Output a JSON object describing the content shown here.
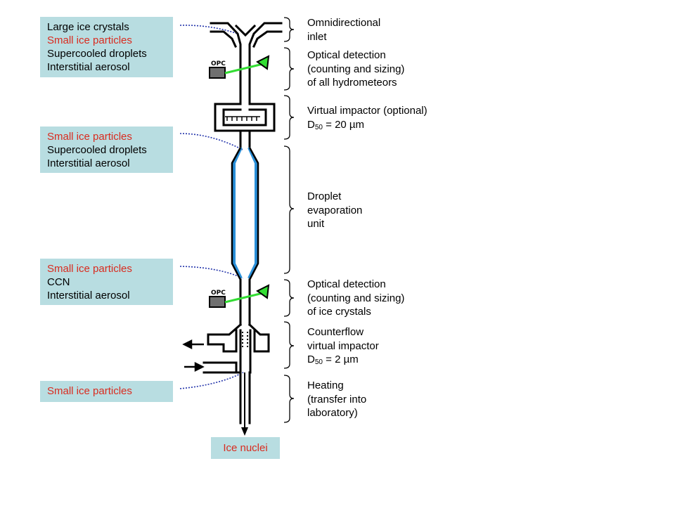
{
  "left_boxes": [
    {
      "lines": [
        {
          "text": "Large ice crystals",
          "color": "#000000"
        },
        {
          "text": "Small ice particles",
          "color": "#d92b1f"
        },
        {
          "text": "Supercooled droplets",
          "color": "#000000"
        },
        {
          "text": "Interstitial aerosol",
          "color": "#000000"
        }
      ]
    },
    {
      "lines": [
        {
          "text": "Small ice particles",
          "color": "#d92b1f"
        },
        {
          "text": "Supercooled droplets",
          "color": "#000000"
        },
        {
          "text": "Interstitial aerosol",
          "color": "#000000"
        }
      ]
    },
    {
      "lines": [
        {
          "text": "Small ice particles",
          "color": "#d92b1f"
        },
        {
          "text": "CCN",
          "color": "#000000"
        },
        {
          "text": "Interstitial aerosol",
          "color": "#000000"
        }
      ]
    },
    {
      "lines": [
        {
          "text": "Small ice particles",
          "color": "#d92b1f"
        }
      ]
    }
  ],
  "right_labels": {
    "inlet": [
      "Omnidirectional",
      "inlet"
    ],
    "opc1": [
      "Optical detection",
      "(counting and sizing)",
      "of all hydrometeors"
    ],
    "vi": {
      "line1": "Virtual impactor (optional)",
      "d": "D",
      "sub": "50",
      "rest": " = 20 µm"
    },
    "evap": [
      "Droplet",
      "evaporation",
      "unit"
    ],
    "opc2": [
      "Optical detection",
      "(counting and sizing)",
      "of ice crystals"
    ],
    "cvi": {
      "line1": "Counterflow",
      "line2": "virtual impactor",
      "d": "D",
      "sub": "50",
      "rest": " = 2 µm"
    },
    "heat": [
      "Heating",
      "(transfer into",
      "laboratory)"
    ]
  },
  "opc_label": "OPC",
  "bottom": {
    "label": "Ice nuclei"
  },
  "colors": {
    "box_fill": "#b8dde1",
    "red_text": "#d92b1f",
    "evap_wall": "#2a8fd8",
    "laser": "#33dd33",
    "connector": "#2233aa"
  }
}
